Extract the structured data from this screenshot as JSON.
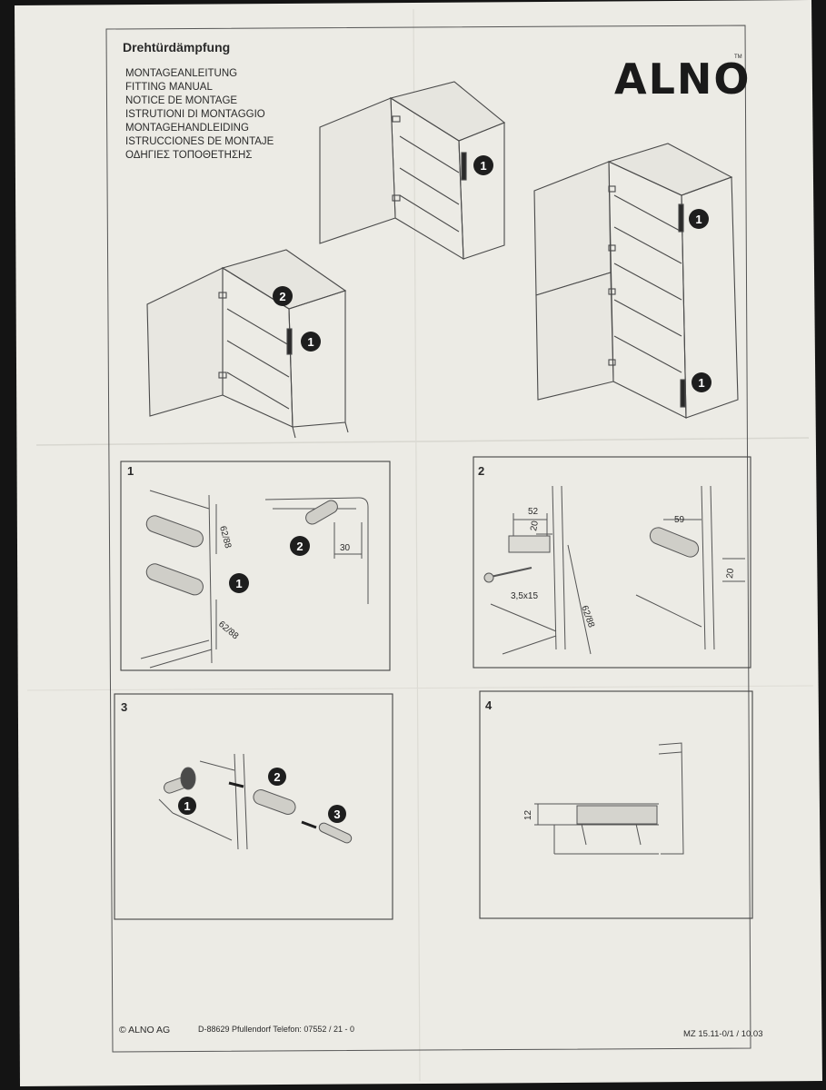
{
  "header": {
    "title": "Drehtürdämpfung",
    "languages": [
      "MONTAGEANLEITUNG",
      "FITTING MANUAL",
      "NOTICE DE MONTAGE",
      "ISTRUTIONI DI MONTAGGIO",
      "MONTAGEHANDLEIDING",
      "ISTRUCCIONES DE MONTAJE",
      "ΟΔΗΓΙΕΣ ΤΟΠΟΘΕΤΗΣΗΣ"
    ],
    "logo_text": "ALNO",
    "logo_mark": "TM"
  },
  "overview": {
    "callout_1": "1",
    "callout_2": "2"
  },
  "panels": [
    {
      "number": "1",
      "dims": [
        "62/88",
        "62/88",
        "30"
      ],
      "callouts": [
        "1",
        "2"
      ]
    },
    {
      "number": "2",
      "dims": [
        "52",
        "20",
        "3,5x15",
        "62/88",
        "59",
        "20"
      ]
    },
    {
      "number": "3",
      "callouts": [
        "1",
        "2",
        "3"
      ]
    },
    {
      "number": "4",
      "dims": [
        "12"
      ]
    }
  ],
  "footer": {
    "company": "© ALNO AG",
    "address": "D-88629 Pfullendorf  Telefon: 07552 / 21 - 0",
    "code": "MZ 15.11-0/1 / 10.03"
  },
  "colors": {
    "paper": "#ecebe5",
    "ink": "#2a2a2a",
    "background": "#141414"
  }
}
